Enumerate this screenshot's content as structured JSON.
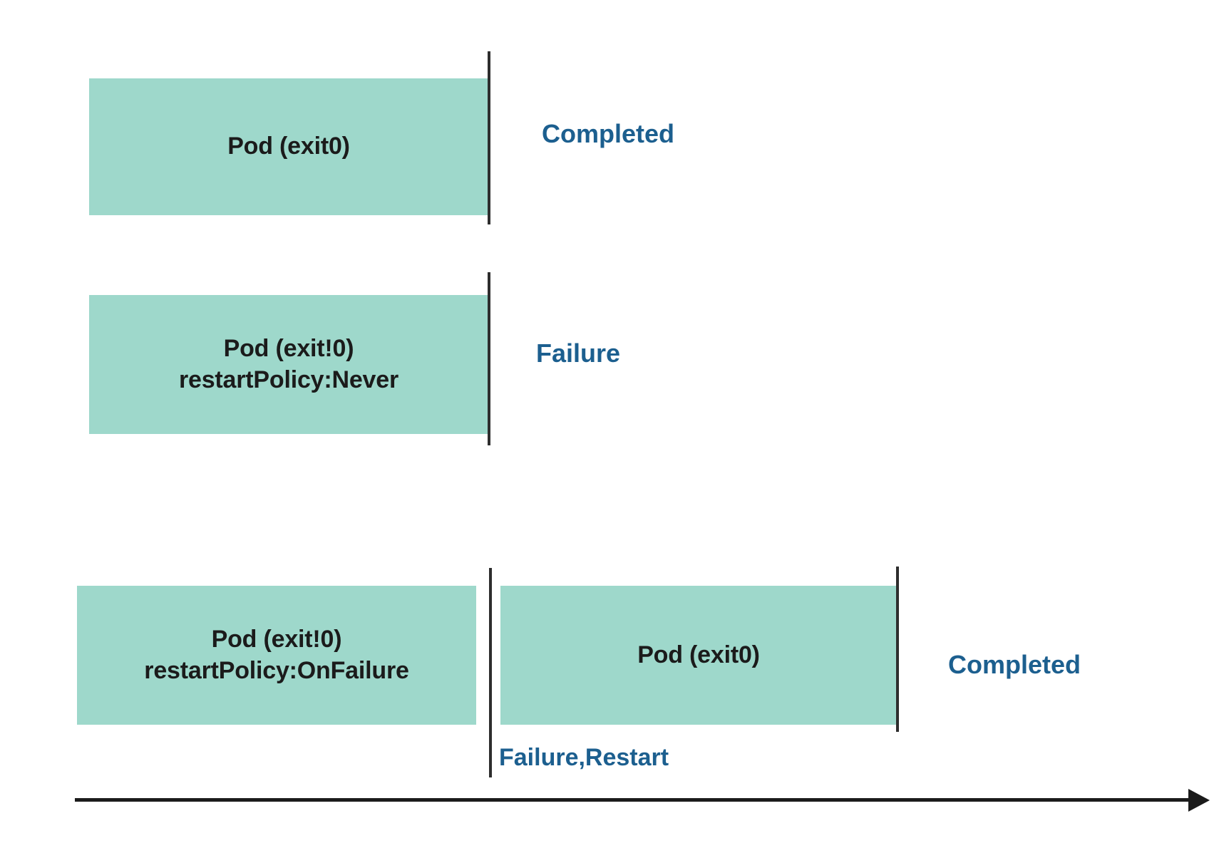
{
  "diagram": {
    "title": "Kubernetes Pod restartPolicy timeline",
    "colors": {
      "pod_fill": "#9ed8cb",
      "status_text": "#1c5f8f",
      "divider": "#2e2e2e",
      "axis": "#1b1b1b",
      "background": "#ffffff"
    },
    "rows": [
      {
        "id": "row-completed",
        "boxes": [
          {
            "id": "pod-exit0",
            "label": "Pod (exit0)"
          }
        ],
        "status": "Completed"
      },
      {
        "id": "row-failure-never",
        "boxes": [
          {
            "id": "pod-exit-nonzero-never",
            "label": "Pod (exit!0)\nrestartPolicy:Never"
          }
        ],
        "status": "Failure"
      },
      {
        "id": "row-onfailure",
        "boxes": [
          {
            "id": "pod-exit-nonzero-onfailure",
            "label": "Pod (exit!0)\nrestartPolicy:OnFailure"
          },
          {
            "id": "pod-exit0-restarted",
            "label": "Pod (exit0)"
          }
        ],
        "status": "Completed",
        "event": "Failure,Restart"
      }
    ],
    "axis": {
      "label": "",
      "direction": "right"
    }
  }
}
